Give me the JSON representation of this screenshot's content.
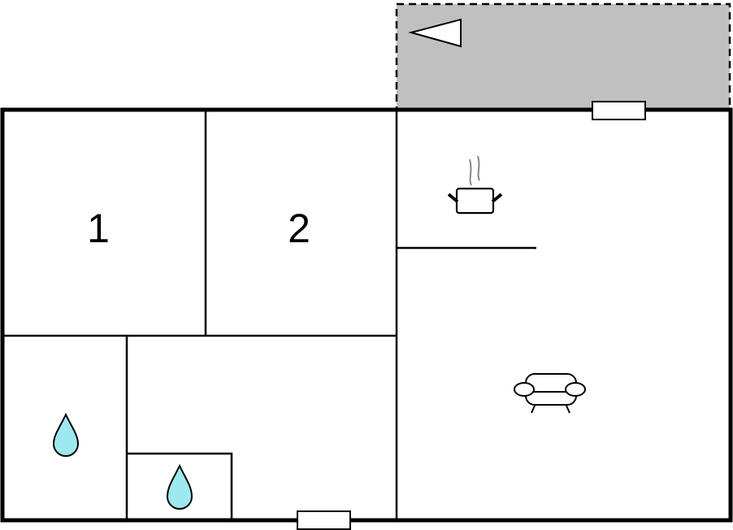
{
  "rooms": {
    "bedroom_1": {
      "label": "1"
    },
    "bedroom_2": {
      "label": "2"
    }
  },
  "icons": [
    "compass-arrow",
    "cooking-pot",
    "sofa",
    "water-drop",
    "water-drop"
  ],
  "colors": {
    "terrace_fill": "#c0c0c0",
    "water_fill": "#9ee8f0",
    "wall": "#000000",
    "steam": "#888888"
  }
}
